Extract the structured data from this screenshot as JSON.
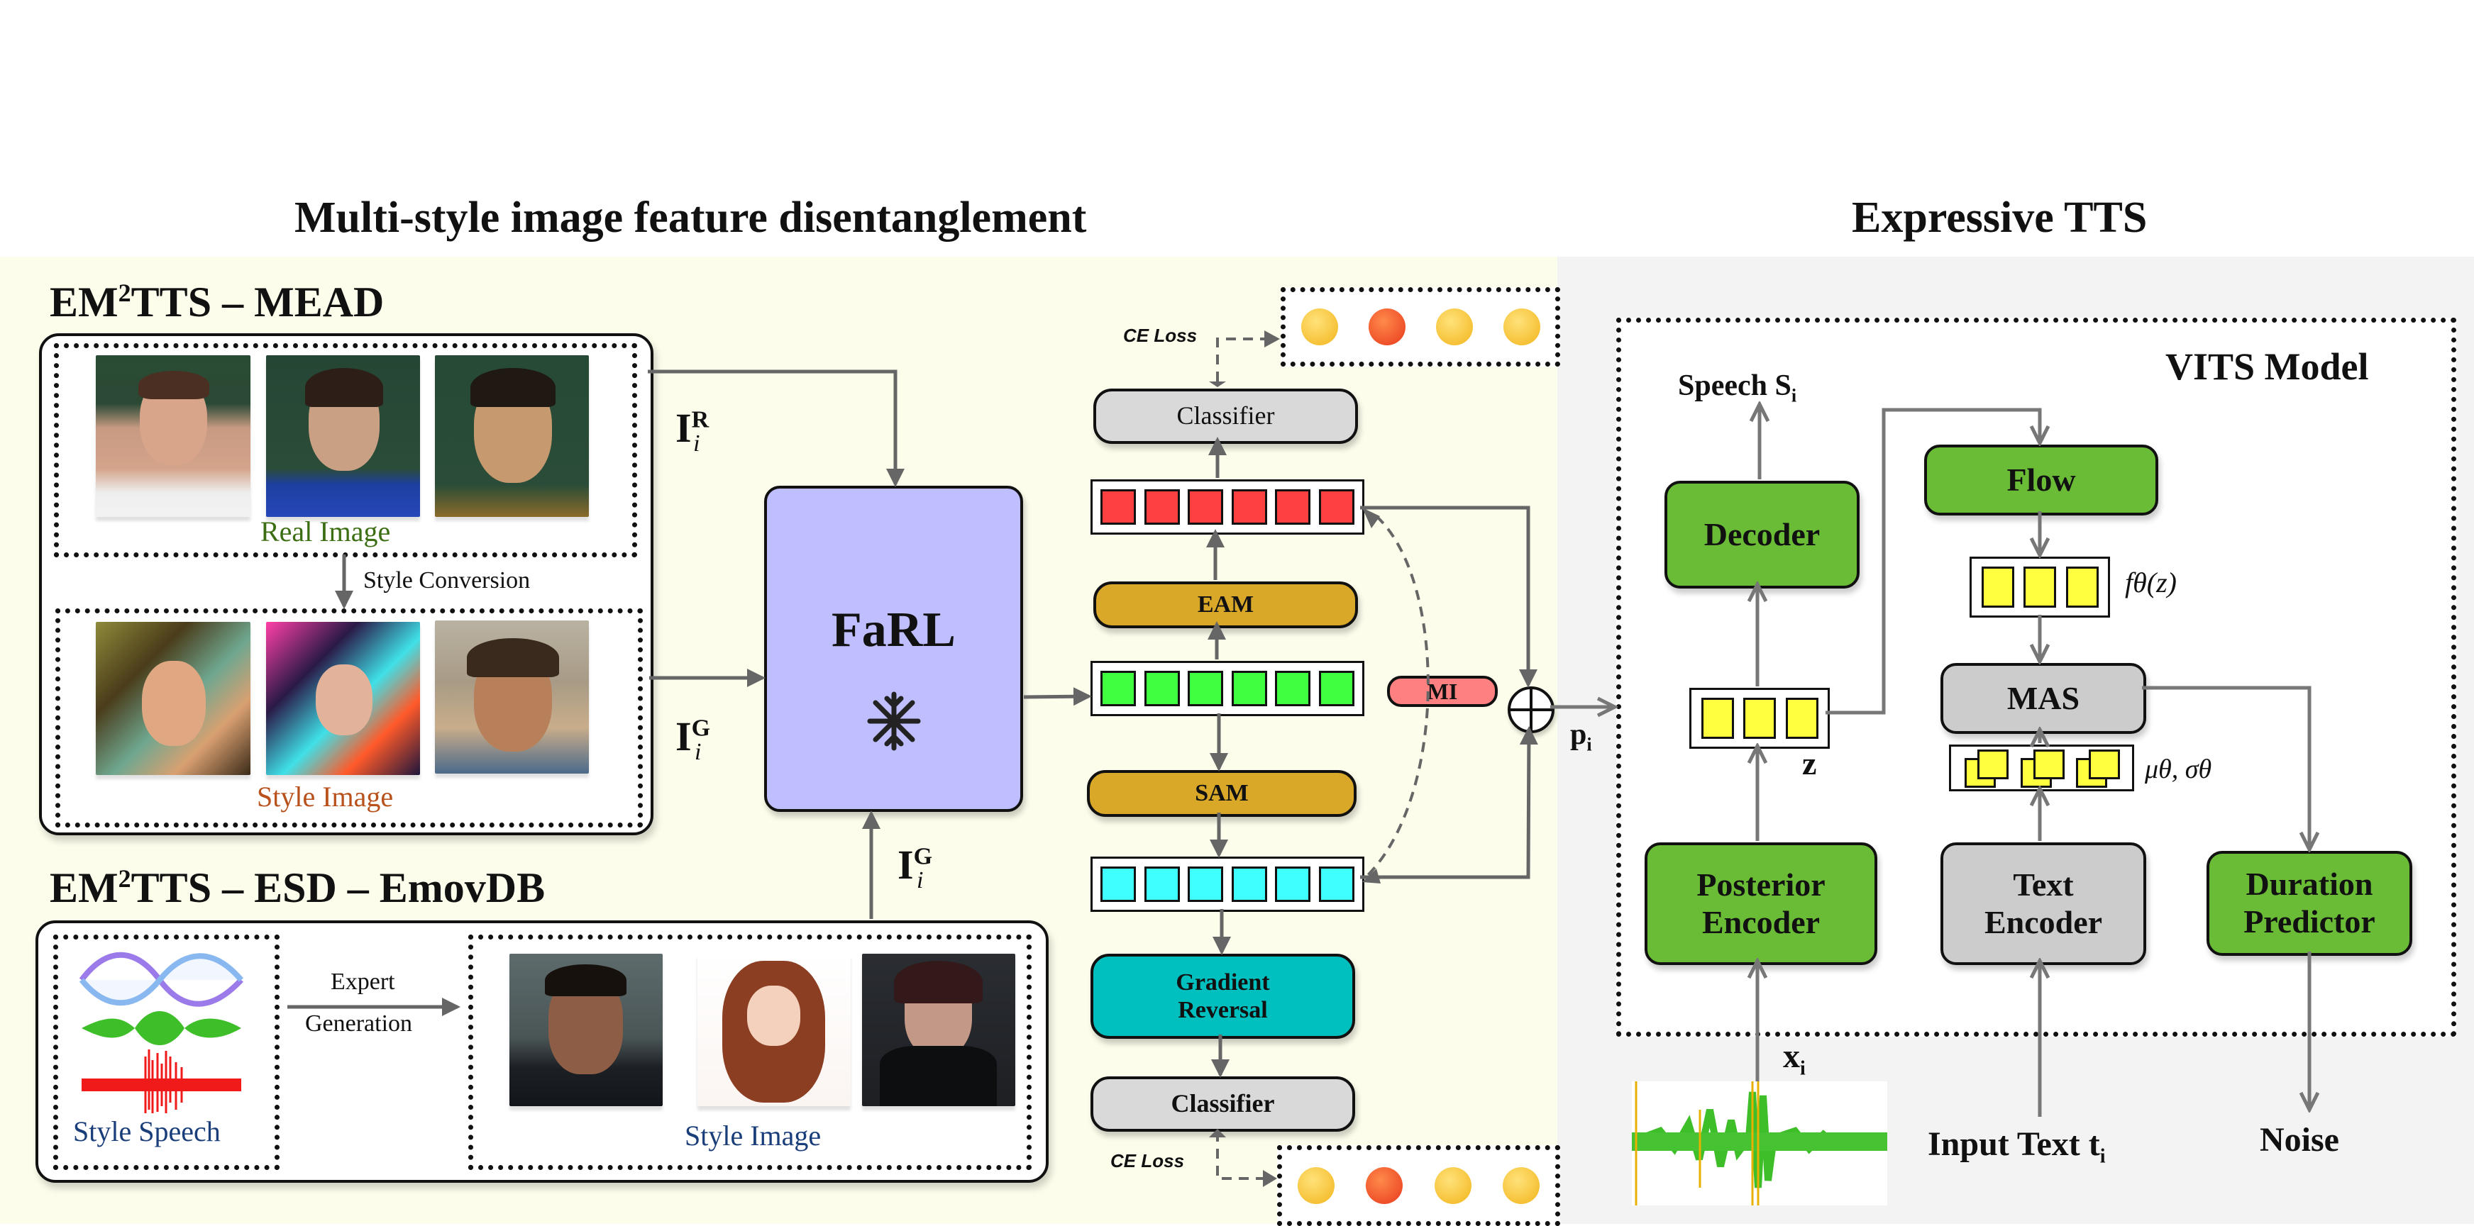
{
  "titles": {
    "left_section": "Multi-style image feature disentanglement",
    "right_section": "Expressive TTS"
  },
  "mead": {
    "title_prefix": "EM",
    "title_sup": "2",
    "title_suffix": "TTS – MEAD",
    "real_caption": "Real Image",
    "conversion_label": "Style Conversion",
    "style_caption": "Style Image",
    "real_images": [
      "surprised man",
      "happy woman",
      "disgusted woman"
    ],
    "style_images": [
      "surprised man stylized",
      "happy woman neon",
      "angry woman stylized"
    ]
  },
  "esd": {
    "title_prefix": "EM",
    "title_sup": "2",
    "title_suffix": "TTS – ESD – EmovDB",
    "speech_caption": "Style Speech",
    "arrow_label_line1": "Expert",
    "arrow_label_line2": "Generation",
    "style_caption": "Style Image",
    "style_images": [
      "serious man",
      "surprised cartoon woman",
      "angry woman"
    ]
  },
  "inputs": {
    "real_input": {
      "base": "I",
      "sub": "i",
      "sup": "R"
    },
    "gen_input_1": {
      "base": "I",
      "sub": "i",
      "sup": "G"
    },
    "gen_input_2": {
      "base": "I",
      "sub": "i",
      "sup": "G"
    }
  },
  "encoder": {
    "name": "FaRL",
    "frozen_icon": "snowflake-icon"
  },
  "modules": {
    "classifier_top": "Classifier",
    "eam": "EAM",
    "sam": "SAM",
    "gradient_reversal_line1": "Gradient",
    "gradient_reversal_line2": "Reversal",
    "classifier_bottom": "Classifier",
    "mi": "MI",
    "ce_loss_top": "CE Loss",
    "ce_loss_bottom": "CE Loss",
    "sum_output": {
      "base": "p",
      "sub": "i"
    }
  },
  "feature_vectors": {
    "emotion": {
      "cells": 6,
      "color": "#FF4040"
    },
    "fused": {
      "cells": 6,
      "color": "#40FF40"
    },
    "style": {
      "cells": 6,
      "color": "#40FFFF"
    }
  },
  "emotions": [
    "grinning-face",
    "angry-face",
    "frowning-face",
    "anguished-face"
  ],
  "vits": {
    "title": "VITS Model",
    "speech_output": {
      "base": "Speech S",
      "sub": "i"
    },
    "decoder": "Decoder",
    "flow": "Flow",
    "flow_out_label": "fθ(z)",
    "mas": "MAS",
    "z_label": "z",
    "prior_label": "μθ, σθ",
    "posterior_line1": "Posterior",
    "posterior_line2": "Encoder",
    "text_enc_line1": "Text",
    "text_enc_line2": "Encoder",
    "duration_line1": "Duration",
    "duration_line2": "Predictor",
    "audio_input": {
      "base": "x",
      "sub": "i"
    },
    "text_input": {
      "base": "Input Text t",
      "sub": "i"
    },
    "noise": "Noise"
  },
  "colors": {
    "left_bg": "#FDFDEC",
    "right_bg": "#F3F3F3",
    "farl": "#BFBFFF",
    "eam_sam": "#DAA829",
    "gradient_reversal": "#00BFBF",
    "classifier": "#D9D9D9",
    "mi": "#FF8080",
    "green_block": "#6ABB35",
    "gray_block": "#CCCCCC",
    "latent_cell": "#FFFF40",
    "real_caption": "#3C6E13",
    "style_caption_mead": "#B8511B",
    "caption_esd": "#1A3E7A"
  }
}
